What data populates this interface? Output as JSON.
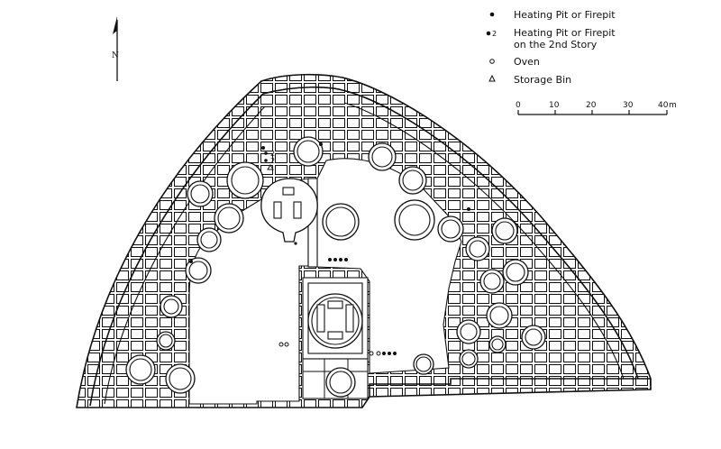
{
  "north_arrow": {
    "label": "N"
  },
  "legend": {
    "items": [
      {
        "symbol": "filled-dot",
        "label": "Heating Pit or Firepit"
      },
      {
        "symbol": "dot-2",
        "symbol_text": "2",
        "label_line1": "Heating Pit or Firepit",
        "label_line2": "on the 2nd Story"
      },
      {
        "symbol": "open-circle",
        "label": "Oven"
      },
      {
        "symbol": "triangle",
        "label": "Storage Bin"
      }
    ]
  },
  "scale_bar": {
    "ticks": [
      "0",
      "10",
      "20",
      "30",
      "40"
    ],
    "unit": "m"
  },
  "annotations": {
    "second_story_marks": [
      "2",
      "2"
    ]
  }
}
